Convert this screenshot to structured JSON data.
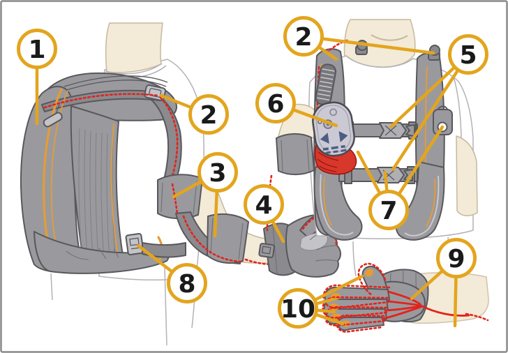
{
  "figure": {
    "callouts": [
      {
        "num": "1"
      },
      {
        "num": "2"
      },
      {
        "num": "2"
      },
      {
        "num": "3"
      },
      {
        "num": "4"
      },
      {
        "num": "5"
      },
      {
        "num": "6"
      },
      {
        "num": "7"
      },
      {
        "num": "8"
      },
      {
        "num": "9"
      },
      {
        "num": "10"
      }
    ]
  },
  "palette": {
    "gold": "#E3A51E",
    "red": "#E3231C",
    "orange": "#E59C35",
    "grayMain": "#9A9A9E",
    "grayMid": "#8A8A8F",
    "grayLight": "#C3C3C8",
    "outline": "#58585C",
    "skin": "#F3EAD7",
    "skinLine": "#C6B89C",
    "shirtLine": "#B2B2B8",
    "deviceFace": "#CBCAD4",
    "deviceButton": "#4E5C85",
    "pouchRed": "#D8372B",
    "pouchRedDark": "#97150F",
    "frame": "#8A8A8A",
    "background": "#FFFFFF",
    "numberColor": "#1A1A1A"
  }
}
